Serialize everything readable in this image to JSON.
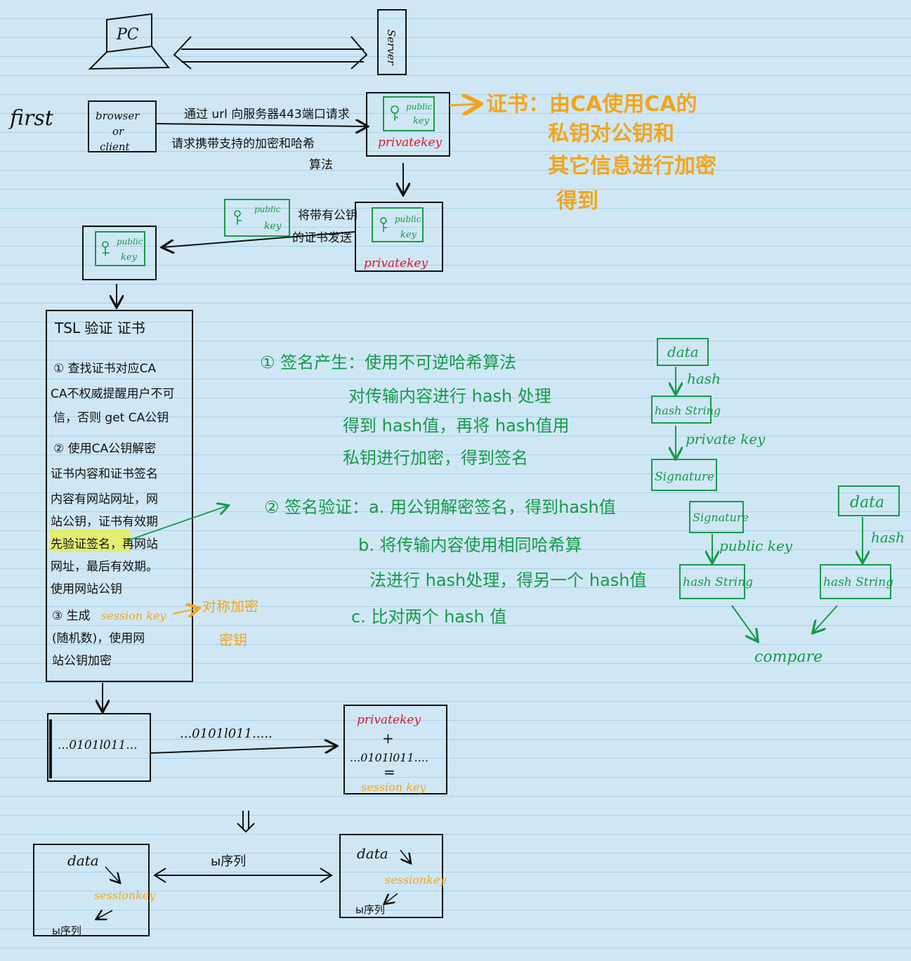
{
  "colors": {
    "ink": "#111111",
    "red": "#d8192b",
    "green": "#169a49",
    "orange": "#f2a51b",
    "paper": "#cfe7f5"
  },
  "top": {
    "pc": "PC",
    "server": "Server"
  },
  "first": {
    "label": "first",
    "client": [
      "browser",
      "or",
      "client"
    ],
    "request_line1": "通过 url 向服务器443端口请求",
    "request_line2": "请求携带支持的加密和哈希",
    "request_line3": "算法",
    "public_key": [
      "public",
      "key"
    ],
    "private_key": "privatekey"
  },
  "cert_note": {
    "lines": [
      "证书：由CA使用CA的",
      "私钥对公钥和",
      "其它信息进行加密",
      "得到"
    ]
  },
  "send_cert": {
    "line1": "将带有公钥",
    "line2": "的证书发送"
  },
  "tsl": {
    "title": "TSL 验证 证书",
    "lines": [
      "① 查找证书对应CA",
      "CA不权威提醒用户不可",
      "信，否则 get CA公钥",
      "② 使用CA公钥解密",
      "证书内容和证书签名",
      "内容有网站网址，网",
      "站公钥，证书有效期",
      "先验证签名，再网站",
      "网址，最后有效期。",
      "使用网站公钥",
      "③ 生成",
      "(随机数)，使用网",
      "站公钥加密"
    ],
    "highlight": "先验证签名",
    "session_key": "session key",
    "sym_key_lines": [
      "对称加密",
      "密钥"
    ]
  },
  "signature_notes": {
    "gen_lines": [
      "① 签名产生：使用不可逆哈希算法",
      "对传输内容进行 hash 处理",
      "得到 hash值，再将 hash值用",
      "私钥进行加密，得到签名"
    ],
    "verify_lines": [
      "② 签名验证：a. 用公钥解密签名，得到hash值",
      "b. 将传输内容使用相同哈希算",
      "法进行 hash处理，得另一个 hash值",
      "c. 比对两个 hash 值"
    ]
  },
  "flow_gen": {
    "data": "data",
    "hash": "hash",
    "hash_string": "hash String",
    "private_key": "private key",
    "signature": "Signature"
  },
  "flow_verify": {
    "signature": "Signature",
    "public_key": "public key",
    "hash_string": "hash String",
    "data": "data",
    "hash": "hash",
    "hash_string2": "hash String",
    "compare": "compare"
  },
  "exchange": {
    "left": "...0101l011...",
    "arrow": "...0101l011.....",
    "right_private": "privatekey",
    "plus": "+",
    "right_bits": "...0101l011....",
    "equals": "=",
    "right_session": "session key"
  },
  "final": {
    "left_data": "data",
    "left_session": "sessionkey",
    "left_seq": "ы序列",
    "arrow": "ы序列",
    "right_data": "data",
    "right_session": "sessionkey",
    "right_seq": "ы序列"
  }
}
